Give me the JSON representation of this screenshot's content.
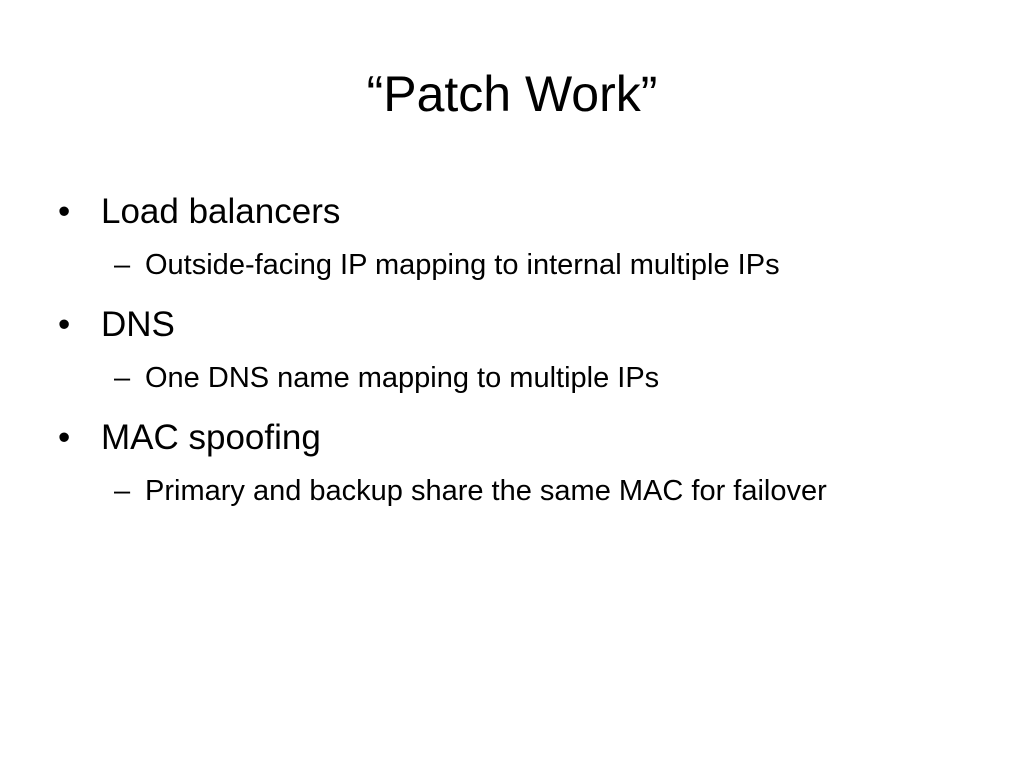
{
  "slide": {
    "title": "“Patch Work”",
    "bullet_marker": "•",
    "sub_marker": "–",
    "bullets": [
      {
        "text": "Load balancers",
        "sub": "Outside-facing IP mapping to internal multiple IPs"
      },
      {
        "text": "DNS",
        "sub": "One DNS name mapping to multiple IPs"
      },
      {
        "text": "MAC spoofing",
        "sub": "Primary and backup share the same MAC for failover"
      }
    ]
  }
}
